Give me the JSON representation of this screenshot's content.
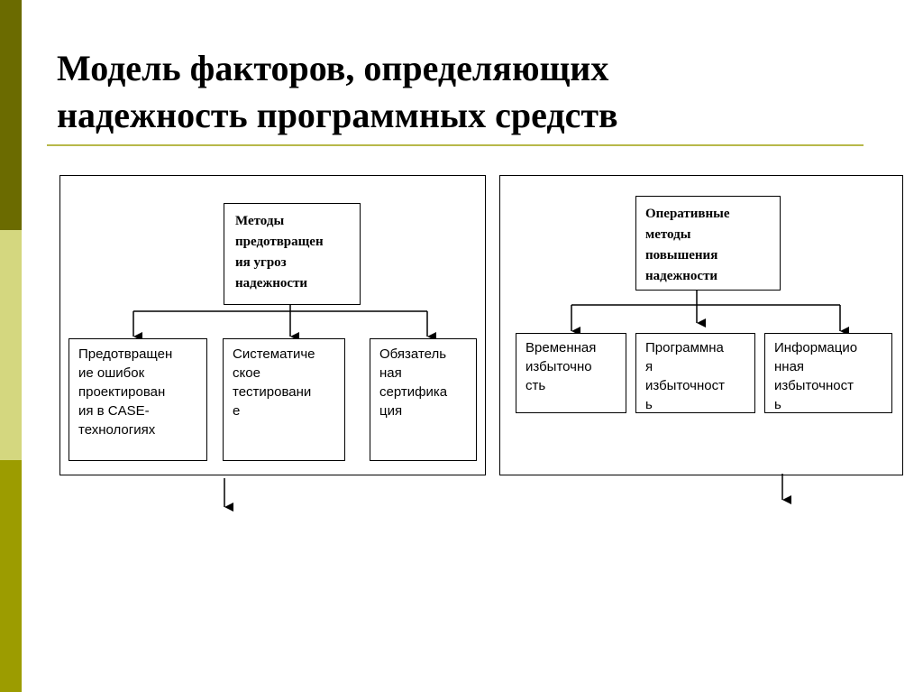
{
  "title": {
    "line1": "Модель факторов, определяющих",
    "line2": "надежность программных средств"
  },
  "left_group": {
    "header": "Методы предотвращения угроз надежности",
    "header_lines": [
      "Методы",
      "предотвращен",
      "ия угроз",
      "надежности"
    ],
    "children": [
      {
        "lines": [
          "Предотвращен",
          "ие ошибок",
          "проектирован",
          "ия в CASE-",
          "технологиях"
        ]
      },
      {
        "lines": [
          "Систематиче",
          "ское",
          "тестировани",
          "е"
        ]
      },
      {
        "lines": [
          "Обязатель",
          "ная",
          "сертифика",
          "ция"
        ]
      }
    ]
  },
  "right_group": {
    "header": "Оперативные методы повышения надежности",
    "header_lines": [
      "Оперативные",
      "методы",
      "повышения",
      "надежности"
    ],
    "children": [
      {
        "lines": [
          "Временная",
          "избыточно",
          "сть"
        ]
      },
      {
        "lines": [
          "Программна",
          "я",
          "избыточност",
          "ь"
        ]
      },
      {
        "lines": [
          "Информацио",
          "нная",
          "избыточност",
          "ь"
        ]
      }
    ]
  },
  "colors": {
    "bar_dark": "#6b6b00",
    "bar_light": "#d4d77f",
    "bar_mid": "#9c9c00",
    "rule": "#b7b84a"
  }
}
